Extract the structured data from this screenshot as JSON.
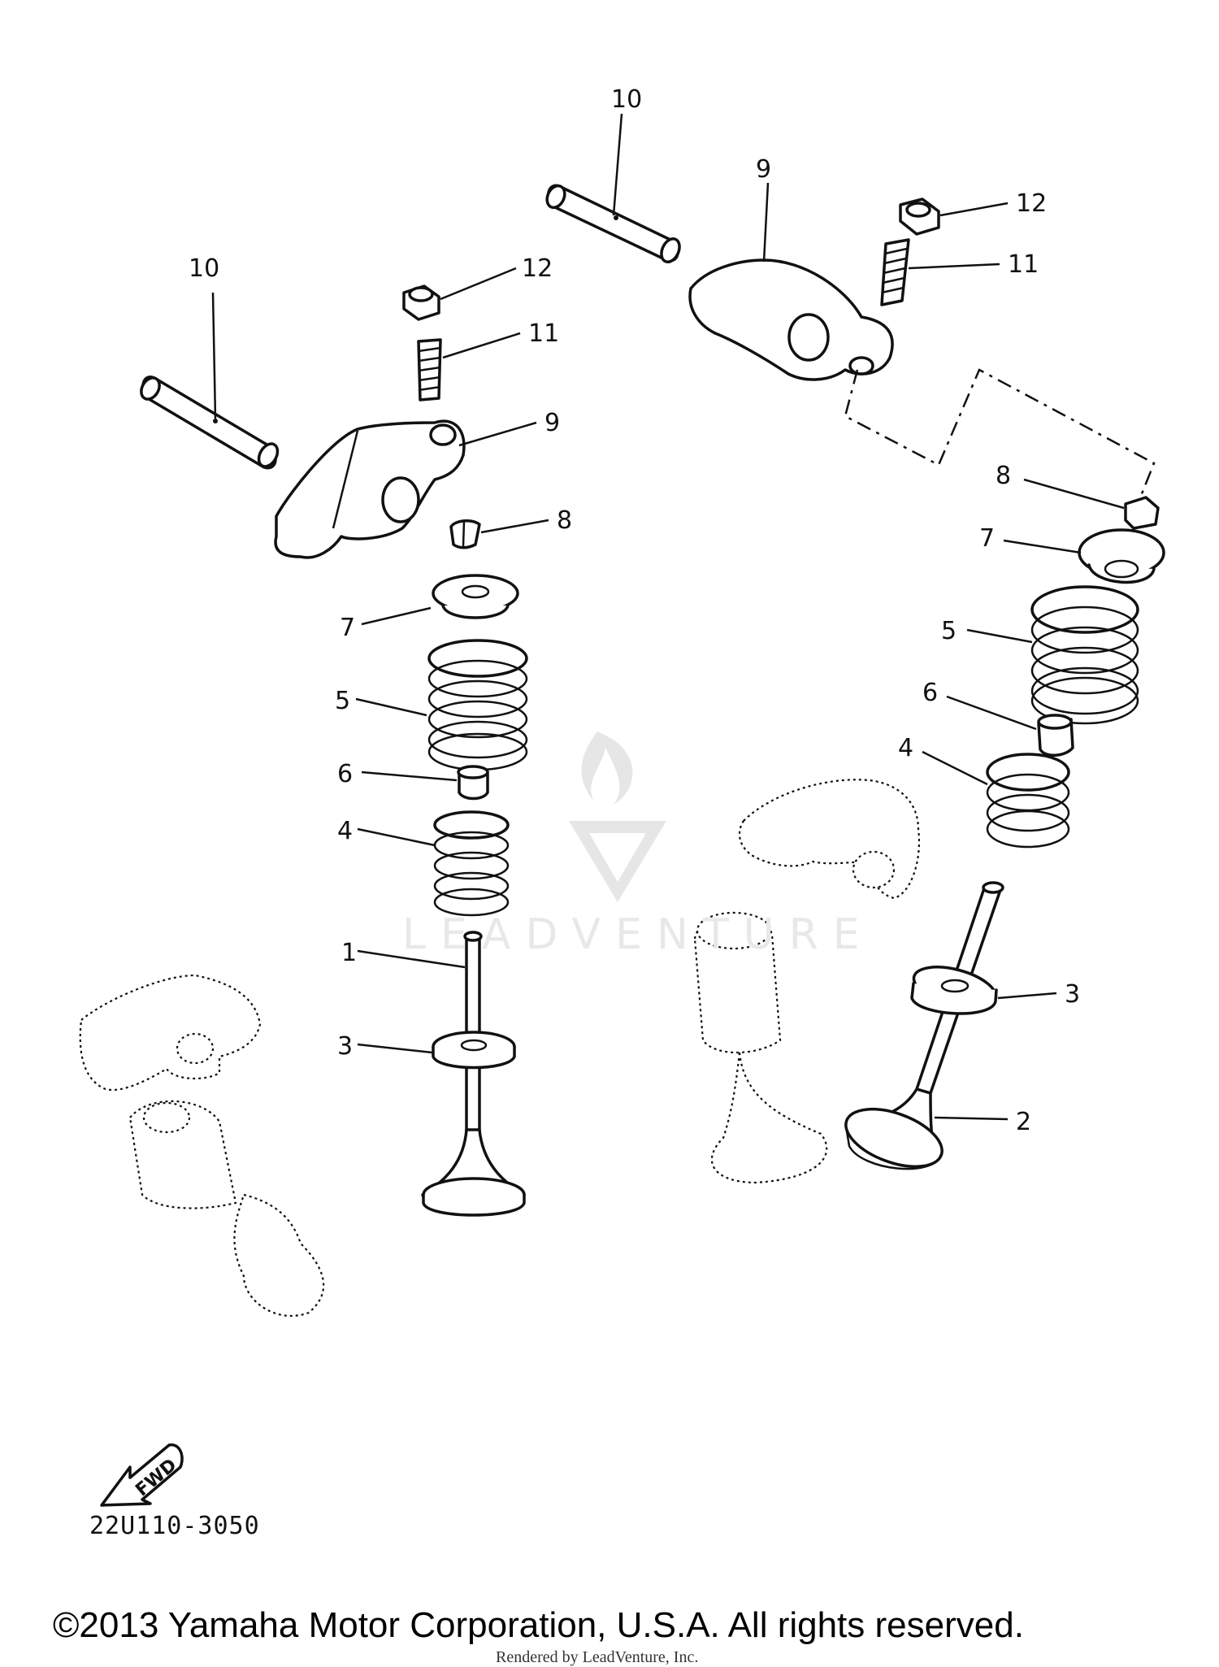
{
  "callouts": {
    "p1": "1",
    "p2": "2",
    "p3a": "3",
    "p3b": "3",
    "p4a": "4",
    "p4b": "4",
    "p5a": "5",
    "p5b": "5",
    "p6a": "6",
    "p6b": "6",
    "p7a": "7",
    "p7b": "7",
    "p8a": "8",
    "p8b": "8",
    "p9a": "9",
    "p9b": "9",
    "p10a": "10",
    "p10b": "10",
    "p11a": "11",
    "p11b": "11",
    "p12a": "12",
    "p12b": "12"
  },
  "fwd_label": "FWD",
  "figure_code": "22U110-3050",
  "copyright": "©2013 Yamaha Motor Corporation, U.S.A. All rights reserved.",
  "rendered_by": "Rendered by LeadVenture, Inc.",
  "watermark": {
    "text": "LEADVENTURE",
    "logo": "leadventure-flame-logo",
    "color": "#e6e6e6"
  }
}
